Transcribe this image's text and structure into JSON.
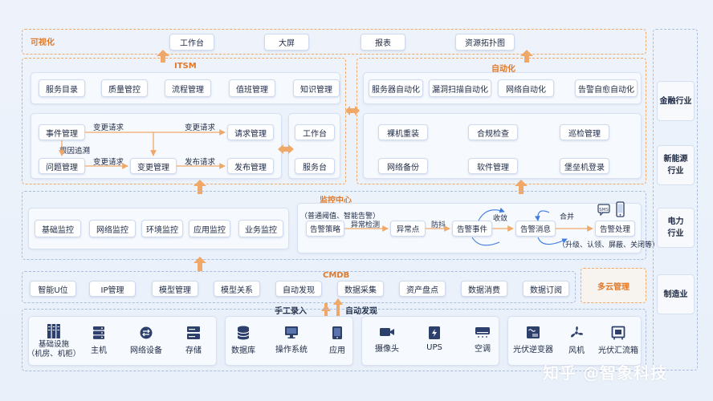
{
  "visualization": {
    "title": "可视化",
    "items": [
      "工作台",
      "大屏",
      "报表",
      "资源拓扑图"
    ]
  },
  "itsm": {
    "title": "ITSM",
    "top_items": [
      "服务目录",
      "质量管控",
      "流程管理",
      "值班管理",
      "知识管理"
    ],
    "nodes": {
      "event": "事件管理",
      "problem": "问题管理",
      "change": "变更管理",
      "request": "请求管理",
      "release": "发布管理"
    },
    "edges": {
      "change_req_1": "变更请求",
      "change_req_2": "变更请求",
      "change_req_3": "变更请求",
      "root_cause": "根因追溯",
      "release_req": "发布请求"
    },
    "side_items": [
      "工作台",
      "服务台"
    ]
  },
  "automation": {
    "title": "自动化",
    "top_items": [
      "服务器自动化",
      "漏洞扫描自动化",
      "网络自动化",
      "告警自愈自动化"
    ],
    "grid_items": [
      "裸机重装",
      "合规检查",
      "巡检管理",
      "网络备份",
      "软件管理",
      "堡垒机登录"
    ]
  },
  "monitoring": {
    "title": "监控中心",
    "left_items": [
      "基础监控",
      "网络监控",
      "环境监控",
      "应用监控",
      "业务监控"
    ],
    "flow": {
      "note_top": "（普通阈值、智能告警）",
      "strategy": "告警策略",
      "detect": "异常检测",
      "anomaly": "异常点",
      "jitter": "防抖",
      "event": "告警事件",
      "converge": "收敛",
      "message": "告警消息",
      "merge": "合并",
      "handle": "告警处理",
      "note_bottom": "（升级、认领、屏蔽、关闭等）",
      "sms_icon_label": "SMS"
    }
  },
  "cmdb": {
    "title": "CMDB",
    "items": [
      "智能U位",
      "IP管理",
      "模型管理",
      "模型关系",
      "自动发现",
      "数据采集",
      "资产盘点",
      "数据消费",
      "数据订阅"
    ],
    "multicloud": "多云管理"
  },
  "discovery": {
    "manual": "手工录入",
    "auto": "自动发现"
  },
  "devices": {
    "group1": [
      {
        "label": "基础设施\n（机房、机柜）",
        "icon": "server-rack-icon"
      },
      {
        "label": "主机",
        "icon": "server-icon"
      },
      {
        "label": "网络设备",
        "icon": "network-device-icon"
      },
      {
        "label": "存储",
        "icon": "storage-icon"
      }
    ],
    "group2": [
      {
        "label": "数据库",
        "icon": "database-icon"
      },
      {
        "label": "操作系统",
        "icon": "monitor-icon"
      },
      {
        "label": "应用",
        "icon": "app-icon"
      }
    ],
    "group3": [
      {
        "label": "摄像头",
        "icon": "camera-icon"
      },
      {
        "label": "UPS",
        "icon": "ups-icon"
      },
      {
        "label": "空调",
        "icon": "air-conditioner-icon"
      }
    ],
    "group4": [
      {
        "label": "光伏逆变器",
        "icon": "inverter-icon"
      },
      {
        "label": "风机",
        "icon": "fan-icon"
      },
      {
        "label": "光伏汇流箱",
        "icon": "combiner-box-icon"
      }
    ]
  },
  "industries": [
    "金融行业",
    "新能源\n行业",
    "电力\n行业",
    "制造业"
  ],
  "watermark": "知乎 @智象科技",
  "colors": {
    "accent": "#e07a2a",
    "dashed": "#f0a868",
    "flow_arrow": "#3f7ce0"
  }
}
